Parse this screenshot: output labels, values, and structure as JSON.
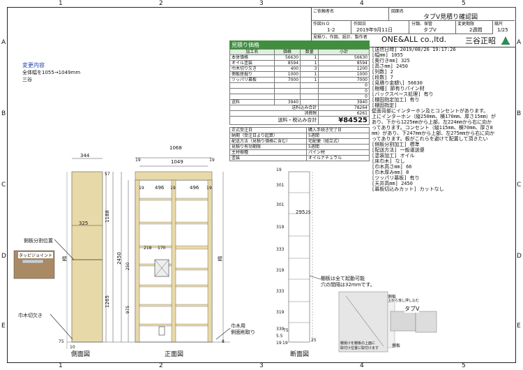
{
  "grid": {
    "cols": [
      "1",
      "2",
      "3",
      "4",
      "5"
    ],
    "rows": [
      "A",
      "B",
      "C",
      "D",
      "E"
    ]
  },
  "title_block": {
    "customer_label": "ご依頼者名",
    "drawing_label": "図面名",
    "drawing_name": "タブV見積り確認図",
    "work_no_label": "作図ＮＯ",
    "work_no": "1-2",
    "date_label": "作図日",
    "date": "2019年9月11日",
    "category_label": "分類、保管",
    "category": "タブV",
    "lead_label": "変更期限",
    "lead": "2週間",
    "scale_label": "縮尺",
    "scale": "1/25",
    "company_label": "見積り、作図、設計、製作者",
    "company": "ONE&ALL co.,ltd.",
    "person": "三谷正昭"
  },
  "change": {
    "title": "変更内容",
    "line1": "全体幅を1055→1049mm",
    "line2": "三谷"
  },
  "estimate": {
    "header": "見積り価格",
    "cols": [
      "加工名",
      "価格",
      "数量",
      "小計"
    ],
    "rows": [
      [
        "本体価格",
        "56630",
        "1",
        "56630"
      ],
      [
        "オイル塗装",
        "8594",
        "1",
        "8594"
      ],
      [
        "巾木切り欠き",
        "400",
        "3",
        "1200"
      ],
      [
        "側板座掘り",
        "1000",
        "1",
        "1000"
      ],
      [
        "ツッパリ幕板",
        "7000",
        "1",
        "7000"
      ],
      [
        "",
        "",
        "",
        "0"
      ],
      [
        "",
        "",
        "",
        "0"
      ],
      [
        "",
        "",
        "",
        "0"
      ]
    ],
    "shipping_label": "送料",
    "shipping_value": "3940",
    "shipping_total": "3940",
    "subtotal_label": "送料込み合計",
    "subtotal": "78264",
    "tax_label": "消費税",
    "tax": "6261",
    "total_label": "送料・税込み合計",
    "total": "¥84525",
    "info": [
      [
        "正式受注日",
        "購入手続き完了日"
      ],
      [
        "納期（受注日より起算）",
        "5週間"
      ],
      [
        "配送方法（見積り価格に含む）",
        "宅配便（組立式）"
      ],
      [
        "見積り有効期限",
        "5週間"
      ],
      [
        "主材樹種",
        "パイン材"
      ],
      [
        "塗装",
        "オイルナチュラル"
      ]
    ]
  },
  "spec": [
    "[送信日時] 2019/08/26 19:17:26",
    "[幅mm] 1055",
    "[奥行きmm] 325",
    "[高さmm] 2450",
    "[列数] 2",
    "[段数] 7",
    "[見積り金額\\] 56630",
    "[樹種] 節有りパイン材",
    "[バックスペース処理] 有り",
    "[棚固指定加工] 有り",
    "[棚固指定]",
    "壁面背部にインターホン及とコンセントがあります。",
    "上にインターホン（縦250mm、横170mm、厚さ15mm）が",
    "あり、下から1225mmから上部、左224mmから右に向か",
    "ってあります。コンセント（縦115mm、横70mm、厚さ8",
    "mm）があり、下247mmから上部、左275mmから右に向か",
    "ってあります。板がこれらを避けて配置して頂きたい",
    "",
    "[側板分割加工] 標準",
    "[配送方法] 一般運送便",
    "[塗装加工] オイル",
    "[床巾木] なし",
    "[巾木高さmm] 66",
    "[巾木厚みmm] 8",
    "[ツッパリ幕板] 有り",
    "[天井高mm] 2450",
    "[幕板切込みカット] カットなし"
  ],
  "drawing": {
    "side_label": "側面図",
    "front_label": "正面図",
    "section_label": "断面図",
    "side_split_label": "側板分割位置",
    "dowel_label": "タッピジョイント",
    "baseboard_notch_label": "巾木切欠き",
    "wall_label": "壁",
    "wall_label2": "壁",
    "baseboard_note1": "巾木用",
    "baseboard_note2": "側面削取り",
    "shelf_note1": "棚板は全て起動可能",
    "shelf_note2": "穴の間隔は32mmです。",
    "tab_label": "タブV",
    "side_plate_label": "側板",
    "side_plate_label2": "側板",
    "detail_note1": "棚受けを棚板の上面に",
    "detail_note2": "取付け位置に取付けます",
    "detail_note3": "上から落し押し込む",
    "dims": {
      "side_depth": "344",
      "side_depth2": "325",
      "front_total": "1068",
      "front_inner": "1049",
      "front_19a": "19",
      "front_19b": "19",
      "col1": "496",
      "col2": "496",
      "front_19c": "19",
      "front_19d": "19",
      "front_19e": "19",
      "height_top": "1188",
      "height_total": "2450",
      "height_low": "1265",
      "v57": "57",
      "v250": "250",
      "v975": "975",
      "int_w1": "218",
      "int_w2": "170",
      "base_75": "75",
      "base_8": "8",
      "base_10": "10",
      "section_295": "295",
      "section_25": "25",
      "section_19top": "19",
      "section_19bot": "19",
      "s301a": "301",
      "s301b": "301",
      "s319": "319",
      "s333": "333",
      "s319b": "319",
      "s333b": "333",
      "s319c": "319",
      "s339": "339",
      "s55": "5.5",
      "s19": "19",
      "s75": "75",
      "s25b": "25"
    }
  }
}
